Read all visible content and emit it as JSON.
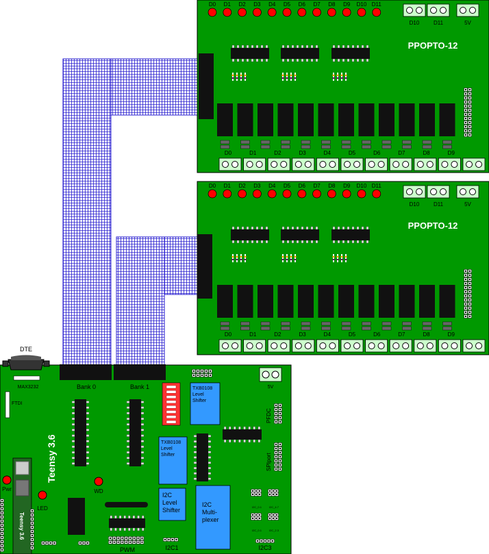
{
  "ppopto_boards": [
    {
      "title": "PPOPTO-12",
      "led_labels": [
        "D0",
        "D1",
        "D2",
        "D3",
        "D4",
        "D5",
        "D6",
        "D7",
        "D8",
        "D9",
        "D10",
        "D11"
      ],
      "top_terminal_labels": [
        "D10",
        "D11",
        "5V"
      ],
      "relay_labels": [
        "D0",
        "D1",
        "D2",
        "D3",
        "D4",
        "D5",
        "D6",
        "D7",
        "D8",
        "D9"
      ]
    },
    {
      "title": "PPOPTO-12",
      "led_labels": [
        "D0",
        "D1",
        "D2",
        "D3",
        "D4",
        "D5",
        "D6",
        "D7",
        "D8",
        "D9",
        "D10",
        "D11"
      ],
      "top_terminal_labels": [
        "D10",
        "D11",
        "5V"
      ],
      "relay_labels": [
        "D0",
        "D1",
        "D2",
        "D3",
        "D4",
        "D5",
        "D6",
        "D7",
        "D8",
        "D9"
      ]
    }
  ],
  "main_board": {
    "dte_label": "DTE",
    "max_label": "MAX3232",
    "ftdi_label": "FTDI",
    "bank0_label": "Bank 0",
    "bank1_label": "Bank 1",
    "terminal_5v_label": "5V",
    "teensy_title": "Teensy 3.6",
    "teensy_module_label": "Teensy 3.6",
    "pwr_label": "Pwr",
    "led_label": "LED",
    "wd_label": "WD",
    "txb_a_lines": [
      "TXB0108",
      "Level",
      "Shifter"
    ],
    "txb_b_lines": [
      "TXB0108",
      "Level",
      "Shifter"
    ],
    "i2c_ls_lines": [
      "I2C",
      "Level",
      "Shifter"
    ],
    "i2c_mux_lines": [
      "I2C",
      "Multi-",
      "plexer"
    ],
    "pfdc_label": "PFDC",
    "spiport_label": "SPIport",
    "pwm_label": "PWM",
    "i2c1_label": "I2C1",
    "i2c3_label": "I2C3",
    "i2c_small_labels": [
      "I2C_0.1",
      "I2C_4.7",
      "I2C_0.1",
      "I2C_2.3"
    ]
  },
  "colors": {
    "board_green": "#009900",
    "led_red": "#ff0000",
    "ribbon_blue": "#2a1fd0",
    "shifter_blue": "#3399ff",
    "dip_red": "#ff3333"
  }
}
